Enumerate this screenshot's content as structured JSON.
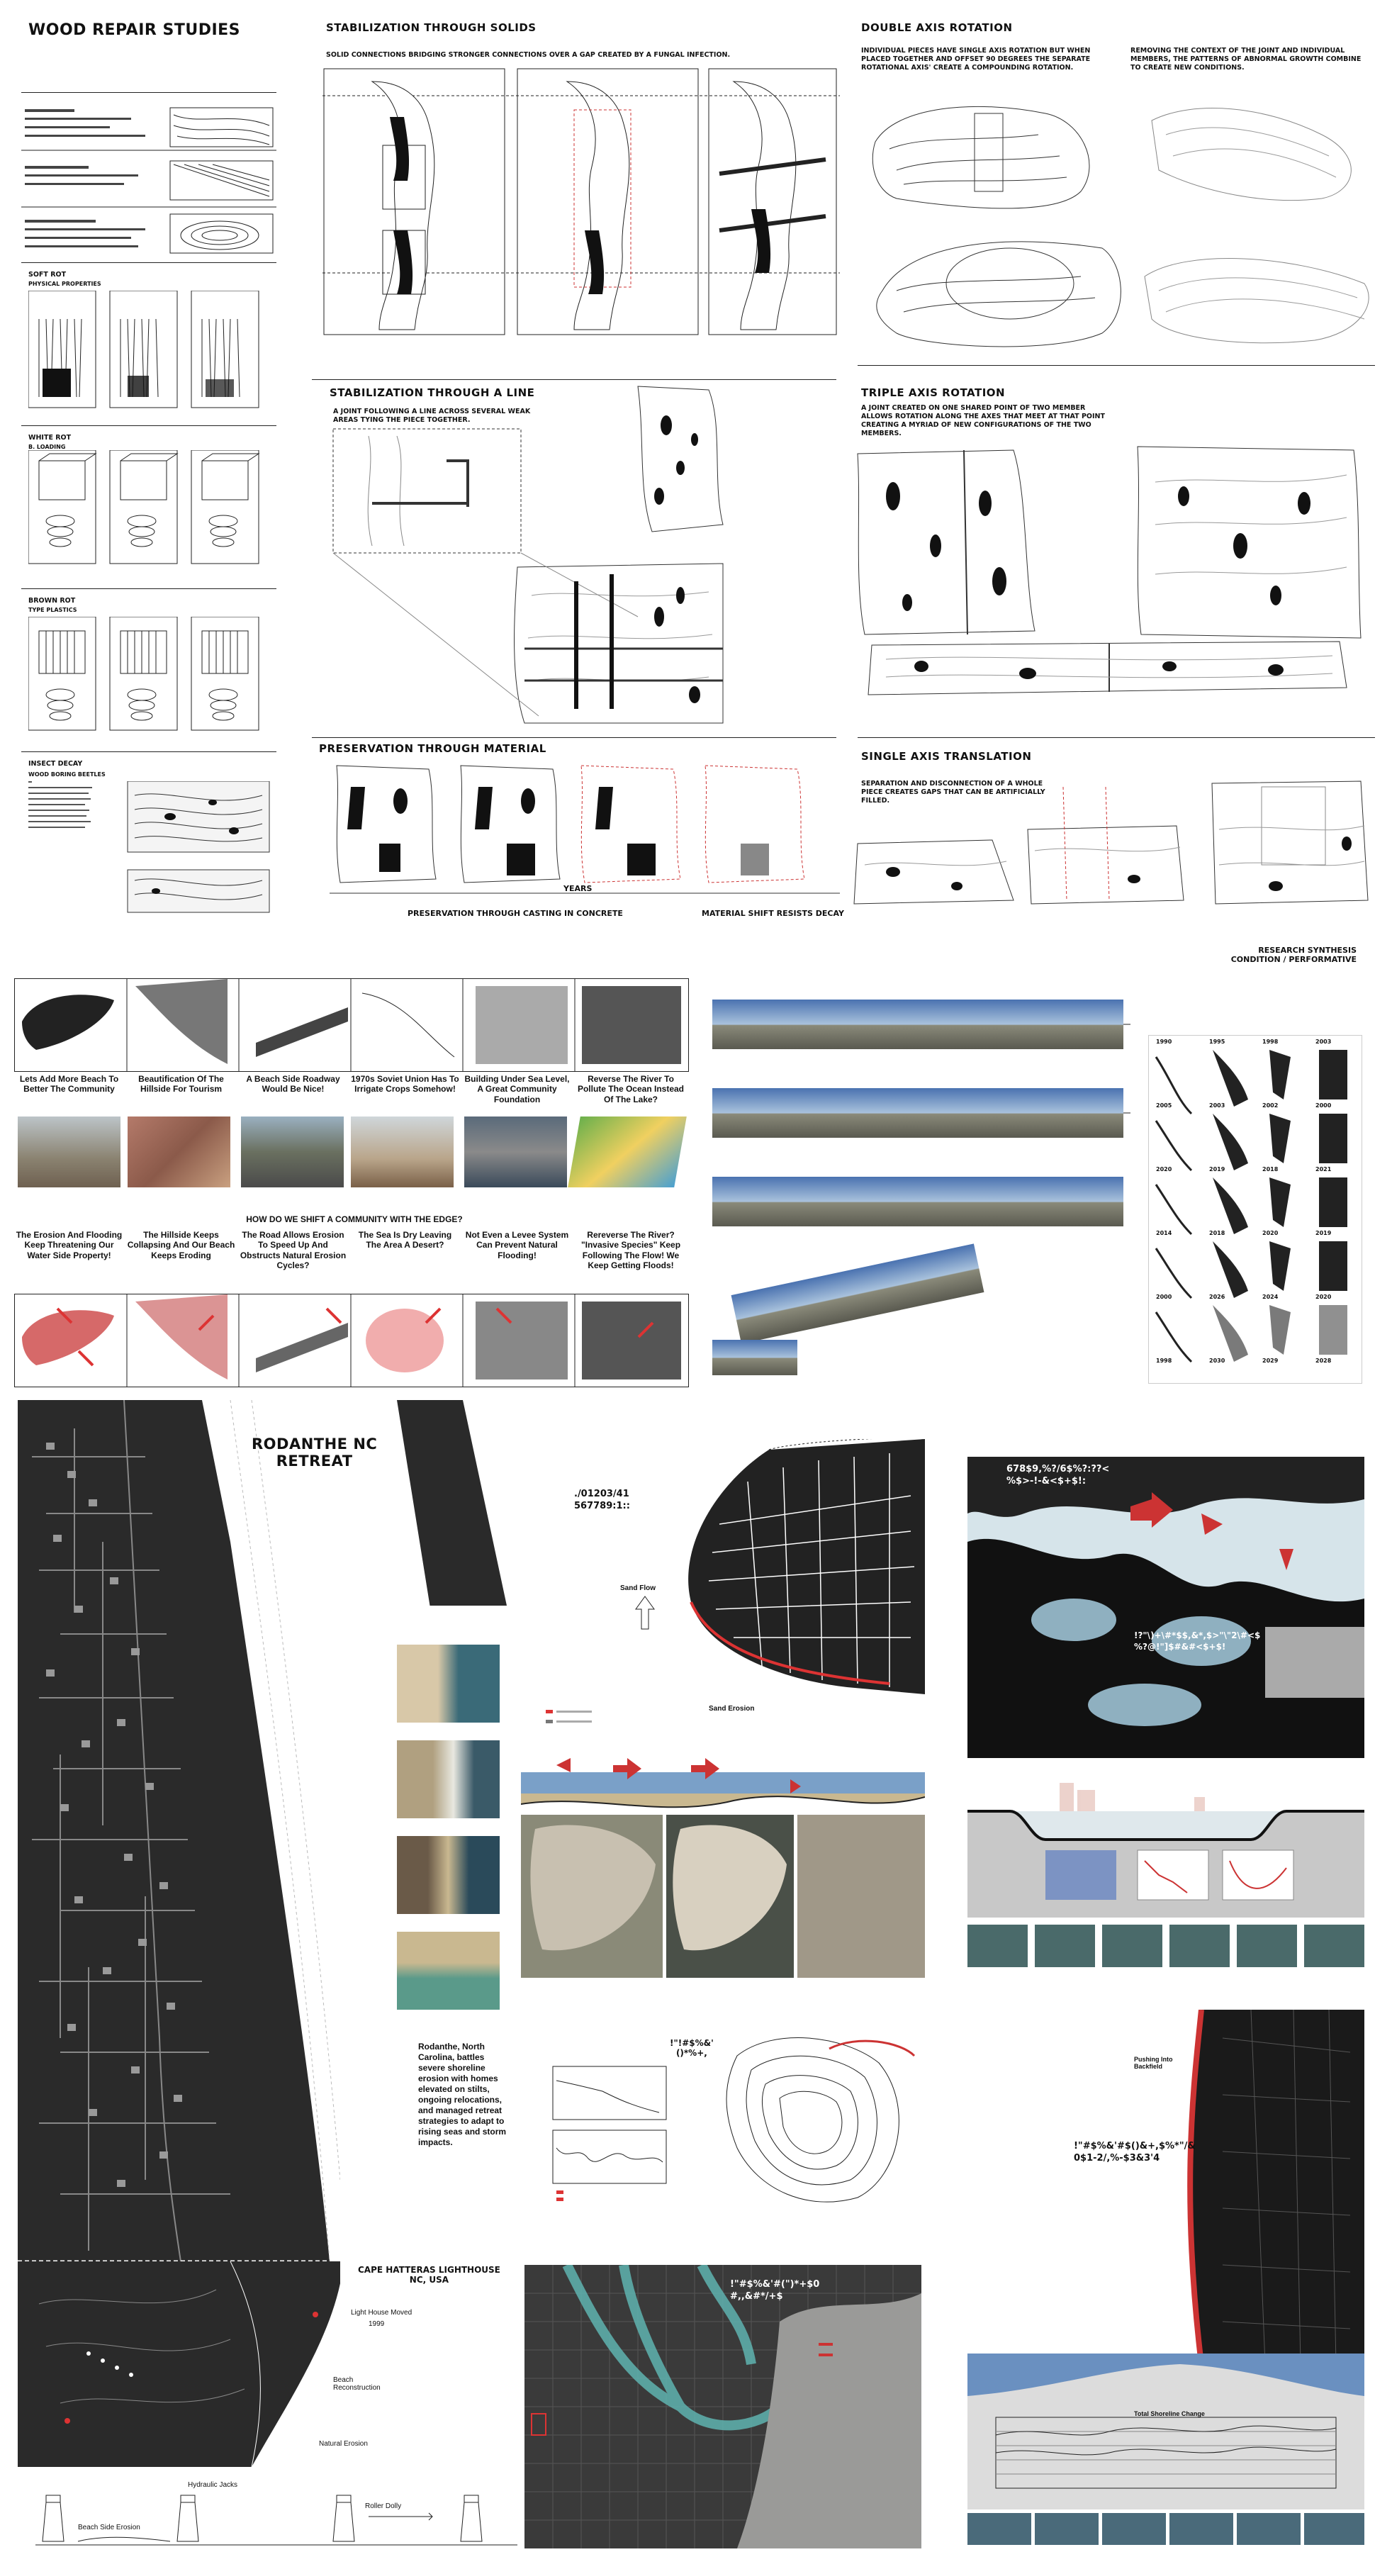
{
  "wood": {
    "title": "WOOD REPAIR STUDIES",
    "stab_solids": {
      "title": "STABILIZATION THROUGH SOLIDS",
      "desc": "SOLID CONNECTIONS BRIDGING STRONGER CONNECTIONS OVER A GAP CREATED BY A FUNGAL INFECTION."
    },
    "double_axis": {
      "title": "DOUBLE AXIS ROTATION",
      "desc": "INDIVIDUAL PIECES HAVE SINGLE AXIS ROTATION BUT WHEN PLACED TOGETHER AND OFFSET 90 DEGREES THE SEPARATE ROTATIONAL AXIS' CREATE A COMPOUNDING ROTATION.",
      "desc2": "REMOVING THE CONTEXT OF THE JOINT AND INDIVIDUAL MEMBERS, THE PATTERNS OF ABNORMAL GROWTH COMBINE TO CREATE NEW CONDITIONS."
    },
    "stab_line": {
      "title": "STABILIZATION THROUGH A LINE",
      "desc": "A JOINT FOLLOWING A LINE ACROSS SEVERAL WEAK AREAS TYING THE PIECE TOGETHER."
    },
    "triple_axis": {
      "title": "TRIPLE AXIS ROTATION",
      "desc": "A JOINT CREATED ON ONE SHARED POINT OF TWO MEMBER ALLOWS ROTATION ALONG THE AXES THAT MEET AT THAT POINT CREATING A MYRIAD OF NEW CONFIGURATIONS OF THE TWO MEMBERS."
    },
    "preservation": {
      "title": "PRESERVATION THROUGH  MATERIAL",
      "years": "YEARS",
      "cap1": "PRESERVATION THROUGH CASTING IN CONCRETE",
      "cap2": "MATERIAL SHIFT RESISTS DECAY"
    },
    "single_axis": {
      "title": "SINGLE AXIS TRANSLATION",
      "desc": "SEPARATION AND DISCONNECTION OF A WHOLE PIECE CREATES GAPS THAT CAN BE ARTIFICIALLY FILLED."
    },
    "left_labels": {
      "soft_rot": "SOFT ROT",
      "soft_rot_sub": "PHYSICAL PROPERTIES",
      "white_rot": "WHITE ROT",
      "white_rot_sub": "B. LOADING",
      "brown_rot": "BROWN ROT",
      "brown_rot_sub": "TYPE PLASTICS",
      "insect": "INSECT DECAY",
      "insect_sub": "WOOD BORING BEETLES"
    }
  },
  "research": {
    "header_line1": "RESEARCH SYNTHESIS",
    "header_line2": "CONDITION / PERFORMATIVE",
    "row1_questions": [
      "Lets Add More Beach To Better The Community",
      "Beautification Of The Hillside For Tourism",
      "A Beach Side Roadway Would Be Nice!",
      "1970s Soviet Union Has To Irrigate Crops Somehow!",
      "Building Under Sea Level, A Great Community Foundation",
      "Reverse The River To Pollute The Ocean Instead Of The Lake?"
    ],
    "center_question": "HOW DO WE SHIFT A COMMUNITY WITH THE EDGE?",
    "row2_questions": [
      "The Erosion And Flooding Keep Threatening Our Water Side Property!",
      "The Hillside Keeps Collapsing And Our Beach Keeps Eroding",
      "The Road Allows Erosion To Speed Up And Obstructs Natural Erosion Cycles?",
      "The Sea Is Dry Leaving The Area A Desert?",
      "Not Even a Levee System Can Prevent Natural Flooding!",
      "Rereverse The River? \"Invasive Species\" Keep Following The Flow! We Keep Getting Floods!"
    ],
    "years": [
      "1990",
      "1995",
      "1998",
      "2003",
      "2005",
      "2003",
      "2002",
      "2000",
      "2020",
      "2019",
      "2018",
      "2021",
      "2014",
      "2018",
      "2020",
      "2019",
      "2000",
      "2026",
      "2024",
      "2020",
      "1998",
      "2030",
      "2029",
      "2028"
    ]
  },
  "rodanthe": {
    "title_line1": "RODANTHE NC",
    "title_line2": "RETREAT",
    "paragraph": "Rodanthe, North Carolina, battles severe shoreline erosion with homes elevated on stilts, ongoing relocations, and managed retreat strategies to adapt to rising seas and storm impacts.",
    "lighthouse_title_line1": "CAPE HATTERAS LIGHTHOUSE",
    "lighthouse_title_line2": "NC, USA",
    "lighthouse_moved": "Light House Moved",
    "lighthouse_year": "1999",
    "beach_recon": "Beach Reconstruction",
    "natural_erosion": "Natural Erosion",
    "hydraulic": "Hydraulic Jacks",
    "roller": "Roller Dolly",
    "beach_side_erosion": "Beach Side Erosion",
    "sand_flow": "Sand Flow",
    "sand_erosion": "Sand Erosion",
    "garbled_1": "./01203/41",
    "garbled_2": "567789:1::",
    "garbled_3": "678$9,%?/6$%?:??<",
    "garbled_4": "%$>-!-&<$+$!:",
    "garbled_5": "!?\"\\)+\\#*$$,&*,$>\"\\\"2\\#<$",
    "garbled_6": "%?@!\"]$#&#<$+$!",
    "garbled_7": "!\"!#$%&'",
    "garbled_8": "()*%+,",
    "garbled_9": "!\"#$%&'#$()&+,$%*\"/&",
    "garbled_10": "0$1-2/,%-$3&3'4",
    "garbled_11": "!\"#$%&'#(\")*+$0",
    "garbled_12": "#,,&#*/+$",
    "label_sand_erosion2": "Sand Erosion",
    "label_pushing": "Pushing Into Backfield",
    "total_shoreline": "Total Shoreline Change"
  }
}
